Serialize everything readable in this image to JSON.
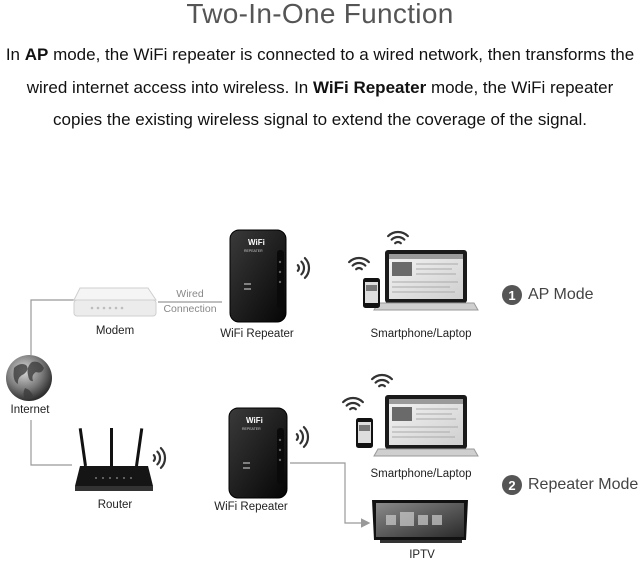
{
  "title": "Two-In-One Function",
  "description": {
    "line1_a": "In ",
    "line1_b": "AP",
    "line1_c": " mode, the WiFi repeater is connected to a wired network, then transforms the",
    "line2_a": "wired internet access into wireless. In ",
    "line2_b": "WiFi Repeater",
    "line2_c": " mode, the WiFi repeater",
    "line3": "copies the existing wireless signal to extend the coverage of the signal."
  },
  "labels": {
    "internet": "Internet",
    "modem": "Modem",
    "wired_line1": "Wired",
    "wired_line2": "Connection",
    "repeater_top": "WiFi Repeater",
    "device_top": "Smartphone/Laptop",
    "router": "Router",
    "repeater_bottom": "WiFi Repeater",
    "device_bottom": "Smartphone/Laptop",
    "iptv": "IPTV",
    "repeater_brand": "WiFi",
    "repeater_brand_sub": "REPEATER"
  },
  "modes": {
    "ap_num": "1",
    "ap_label": "AP Mode",
    "repeater_num": "2",
    "repeater_label": "Repeater Mode"
  },
  "colors": {
    "line": "#999999",
    "mode_badge": "#555555",
    "device_dark": "#111111"
  }
}
